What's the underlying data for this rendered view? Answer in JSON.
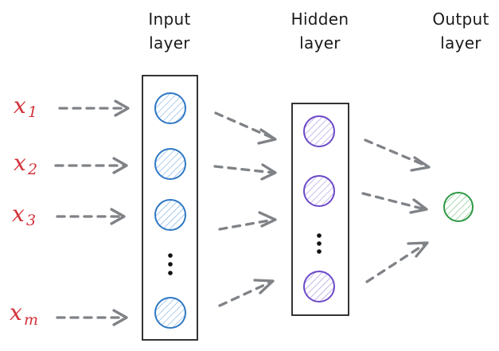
{
  "diagram": {
    "layer_titles": {
      "input_line1": "Input",
      "input_line2": "layer",
      "hidden_line1": "Hidden",
      "hidden_line2": "layer",
      "output_line1": "Output",
      "output_line2": "layer"
    },
    "inputs": [
      {
        "main": "x",
        "sub": "1"
      },
      {
        "main": "x",
        "sub": "2"
      },
      {
        "main": "x",
        "sub": "3"
      },
      {
        "main": "x",
        "sub": "m"
      }
    ],
    "colors": {
      "input_nodes": "#2f78c4",
      "hidden_nodes": "#6b49c8",
      "output_node": "#2f9a45",
      "input_labels": "#d3323a",
      "arrows": "#7f8286",
      "boxes": "#1e1e1e"
    }
  }
}
